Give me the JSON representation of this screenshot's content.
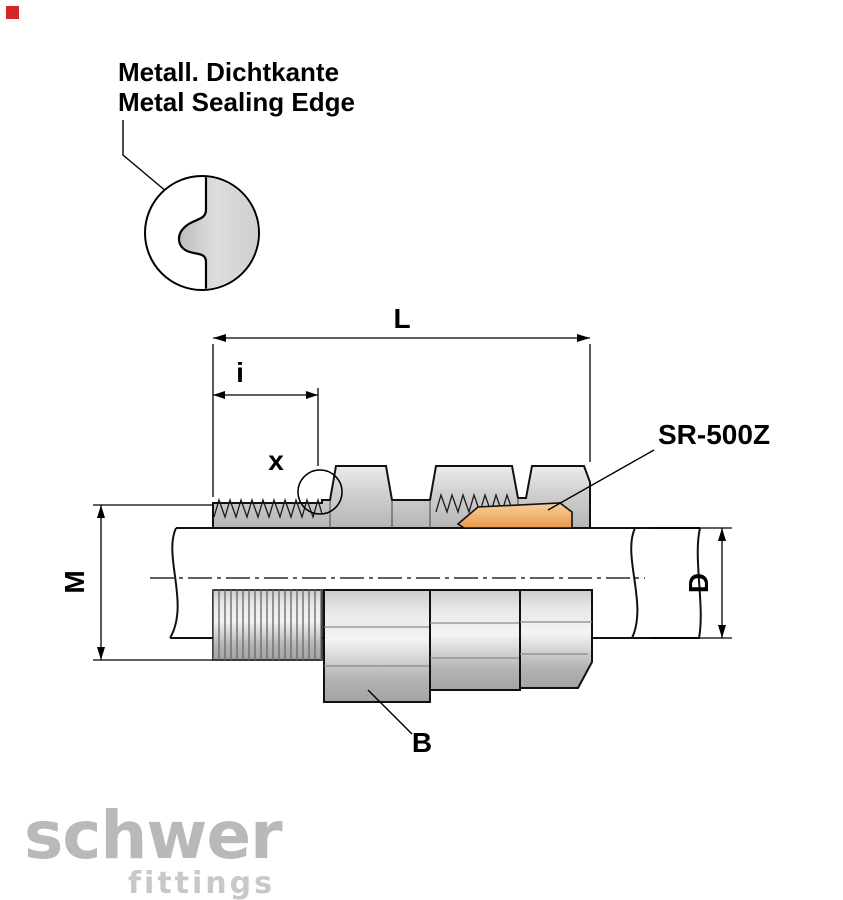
{
  "callout": {
    "line1": "Metall. Dichtkante",
    "line2": "Metal Sealing Edge"
  },
  "labels": {
    "part": "SR-500Z",
    "L": "L",
    "i": "i",
    "x": "x",
    "M": "M",
    "D": "D",
    "B": "B"
  },
  "logo": {
    "primary": "schwer",
    "secondary": "fittings"
  },
  "colors": {
    "ring_orange": "#E89A4E",
    "metal_gray": "#CFCFCF",
    "logo_gray": "#B9B9B9",
    "logo_sub_gray": "#C8C8C8",
    "mark_red": "#D42626",
    "line_black": "#111111"
  }
}
